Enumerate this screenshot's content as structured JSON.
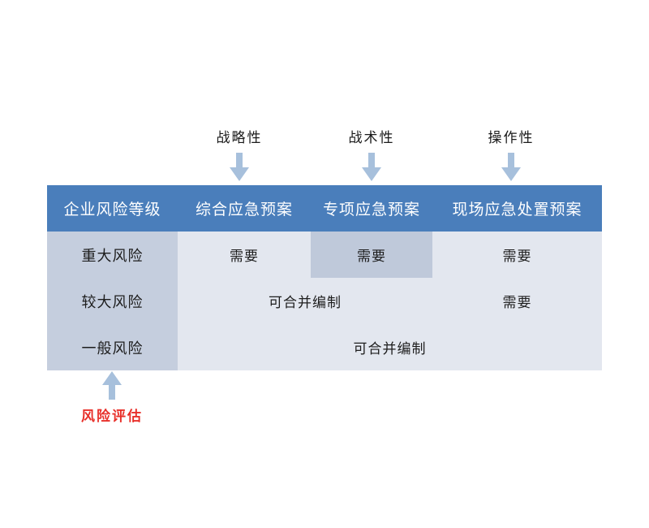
{
  "page": {
    "background_color": "#ffffff",
    "accent_header_color": "#4a7ebb",
    "rowhead_color": "#c5cede",
    "cell_color": "#e3e7ef",
    "highlight_cell_color": "#bfc9da",
    "red_label_color": "#e8302a"
  },
  "annotations_top": [
    {
      "label": "战略性",
      "icon": "arrow-down-icon",
      "target_column": 1
    },
    {
      "label": "战术性",
      "icon": "arrow-down-icon",
      "target_column": 2
    },
    {
      "label": "操作性",
      "icon": "arrow-down-icon",
      "target_column": 3
    }
  ],
  "annotation_bottom": {
    "label": "风险评估",
    "icon": "arrow-up-icon",
    "target_column": 0,
    "color": "#e8302a"
  },
  "table": {
    "headers": [
      "企业风险等级",
      "综合应急预案",
      "专项应急预案",
      "现场应急处置预案"
    ],
    "rows": [
      {
        "level": "重大风险",
        "cells": [
          {
            "text": "需要",
            "span": 1,
            "highlight": false
          },
          {
            "text": "需要",
            "span": 1,
            "highlight": true
          },
          {
            "text": "需要",
            "span": 1,
            "highlight": false
          }
        ]
      },
      {
        "level": "较大风险",
        "cells": [
          {
            "text": "可合并编制",
            "span": 2,
            "highlight": false
          },
          {
            "text": "需要",
            "span": 1,
            "highlight": false
          }
        ]
      },
      {
        "level": "一般风险",
        "cells": [
          {
            "text": "可合并编制",
            "span": 3,
            "highlight": false
          }
        ]
      }
    ]
  }
}
